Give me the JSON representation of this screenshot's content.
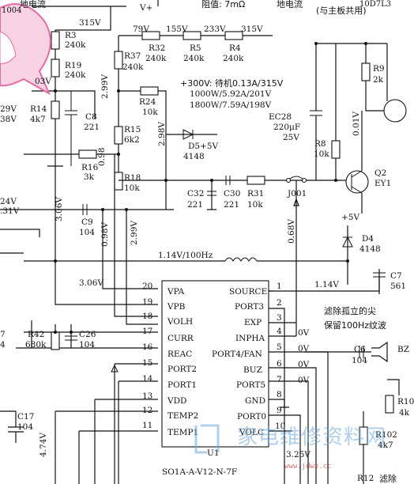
{
  "header": {
    "top_left": "地电流",
    "vplus": "V+",
    "threshold": "阻值: 7mΩ",
    "ground_current": "地电流",
    "board_note": "(与主板共用)",
    "corner": "1004",
    "right_top": "10D7L3"
  },
  "voltages": {
    "v315_a": "315V",
    "v79": "79V",
    "v155": "155V",
    "v233": "233V",
    "v315_b": "315V",
    "v03": "03V",
    "v29": "29V",
    "v38": "38V",
    "v299_a": "2.99V",
    "v298": "2.98V",
    "v098_a": "0.98",
    "v001": "0.01V",
    "v24": "24V",
    "v31": ".31V",
    "v306_a": "3.06V",
    "v098_b": "0.98V",
    "v299_b": "2.99V",
    "v068": "0.68V",
    "v306_b": "3.06V",
    "v114": "1.14V",
    "v474": "4.74V",
    "v325": "3.25V"
  },
  "power_note": {
    "line1": "+300V: 待机0.13A/315V",
    "line2": "1000W/5.92A/201V",
    "line3": "1800W/7.59A/198V"
  },
  "components": {
    "r3": "R3",
    "r3v": "240k",
    "r19": "R19",
    "r19v": "240k",
    "r14": "R14",
    "r14v": "4k7",
    "c8": "C8",
    "c8v": "221",
    "r37": "R37",
    "r37v": "240k",
    "r32": "R32",
    "r32v": "240k",
    "r5": "R5",
    "r5v": "240k",
    "r4": "R4",
    "r4v": "240k",
    "r24": "R24",
    "r24v": "10k",
    "r15": "R15",
    "r15v": "6k2",
    "d5": "D5",
    "d5v": "4148",
    "d5p": "+5V",
    "r16": "R16",
    "r16v": "3k",
    "r18": "R18",
    "r18v": "10k",
    "ec28": "EC28",
    "ec28v": "220μF",
    "ec28v2": "25V",
    "r8": "R8",
    "r8v": "10k",
    "r9": "R9",
    "r9v": "2k",
    "q2": "Q2",
    "q2v": "EY1",
    "c32": "C32",
    "c32v": "221",
    "c30": "C30",
    "c30v": "221",
    "r31": "R31",
    "r31v": "10k",
    "j001": "J001",
    "c9": "C9",
    "c9v": "104",
    "d4": "D4",
    "d4v": "4148",
    "d4p": "+5V",
    "c7": "C7",
    "c7v": "561",
    "r42": "R42",
    "r42v": "680k",
    "c26": "C26",
    "c26v": "104",
    "c6": "C6",
    "c6v": "104",
    "bz": "BZ",
    "c17": "C17",
    "c17v": "104",
    "r102": "R102",
    "r102v": "4k7",
    "r12": "R12",
    "r10": "R10",
    "r10v": "4k",
    "c_left": "7",
    "c_left_v": "4"
  },
  "signal": {
    "freq": "1.14V/100Hz"
  },
  "ic": {
    "name": "U1",
    "part": "SO1A-A-V12-N-7F",
    "left_pins": [
      {
        "num": "20",
        "label": "VPA"
      },
      {
        "num": "19",
        "label": "VPB"
      },
      {
        "num": "18",
        "label": "VOLH"
      },
      {
        "num": "17",
        "label": "CURR"
      },
      {
        "num": "16",
        "label": "REAC"
      },
      {
        "num": "15",
        "label": "PORT2"
      },
      {
        "num": "14",
        "label": "PORT1"
      },
      {
        "num": "13",
        "label": "VDD"
      },
      {
        "num": "12",
        "label": "TEMP2"
      },
      {
        "num": "11",
        "label": "TEMP1"
      }
    ],
    "right_pins": [
      {
        "num": "1",
        "label": "SOURCE"
      },
      {
        "num": "2",
        "label": "PORT3"
      },
      {
        "num": "3",
        "label": "EXP"
      },
      {
        "num": "4",
        "label": "INPHA"
      },
      {
        "num": "5",
        "label": "PORT4/FAN"
      },
      {
        "num": "6",
        "label": "BUZ"
      },
      {
        "num": "7",
        "label": "PORT5"
      },
      {
        "num": "8",
        "label": "GND"
      },
      {
        "num": "9",
        "label": "PORT0"
      },
      {
        "num": "10",
        "label": "VOLC"
      }
    ],
    "ov_labels": [
      "0V",
      "0V",
      "0V",
      "0V"
    ]
  },
  "notes": {
    "filter1": "滤除孤立的尖",
    "filter2": "保留100Hz纹波",
    "filter3": "滤除"
  },
  "watermark": {
    "text": "家电维修资料网",
    "sub": "www.jdwx.cc"
  }
}
